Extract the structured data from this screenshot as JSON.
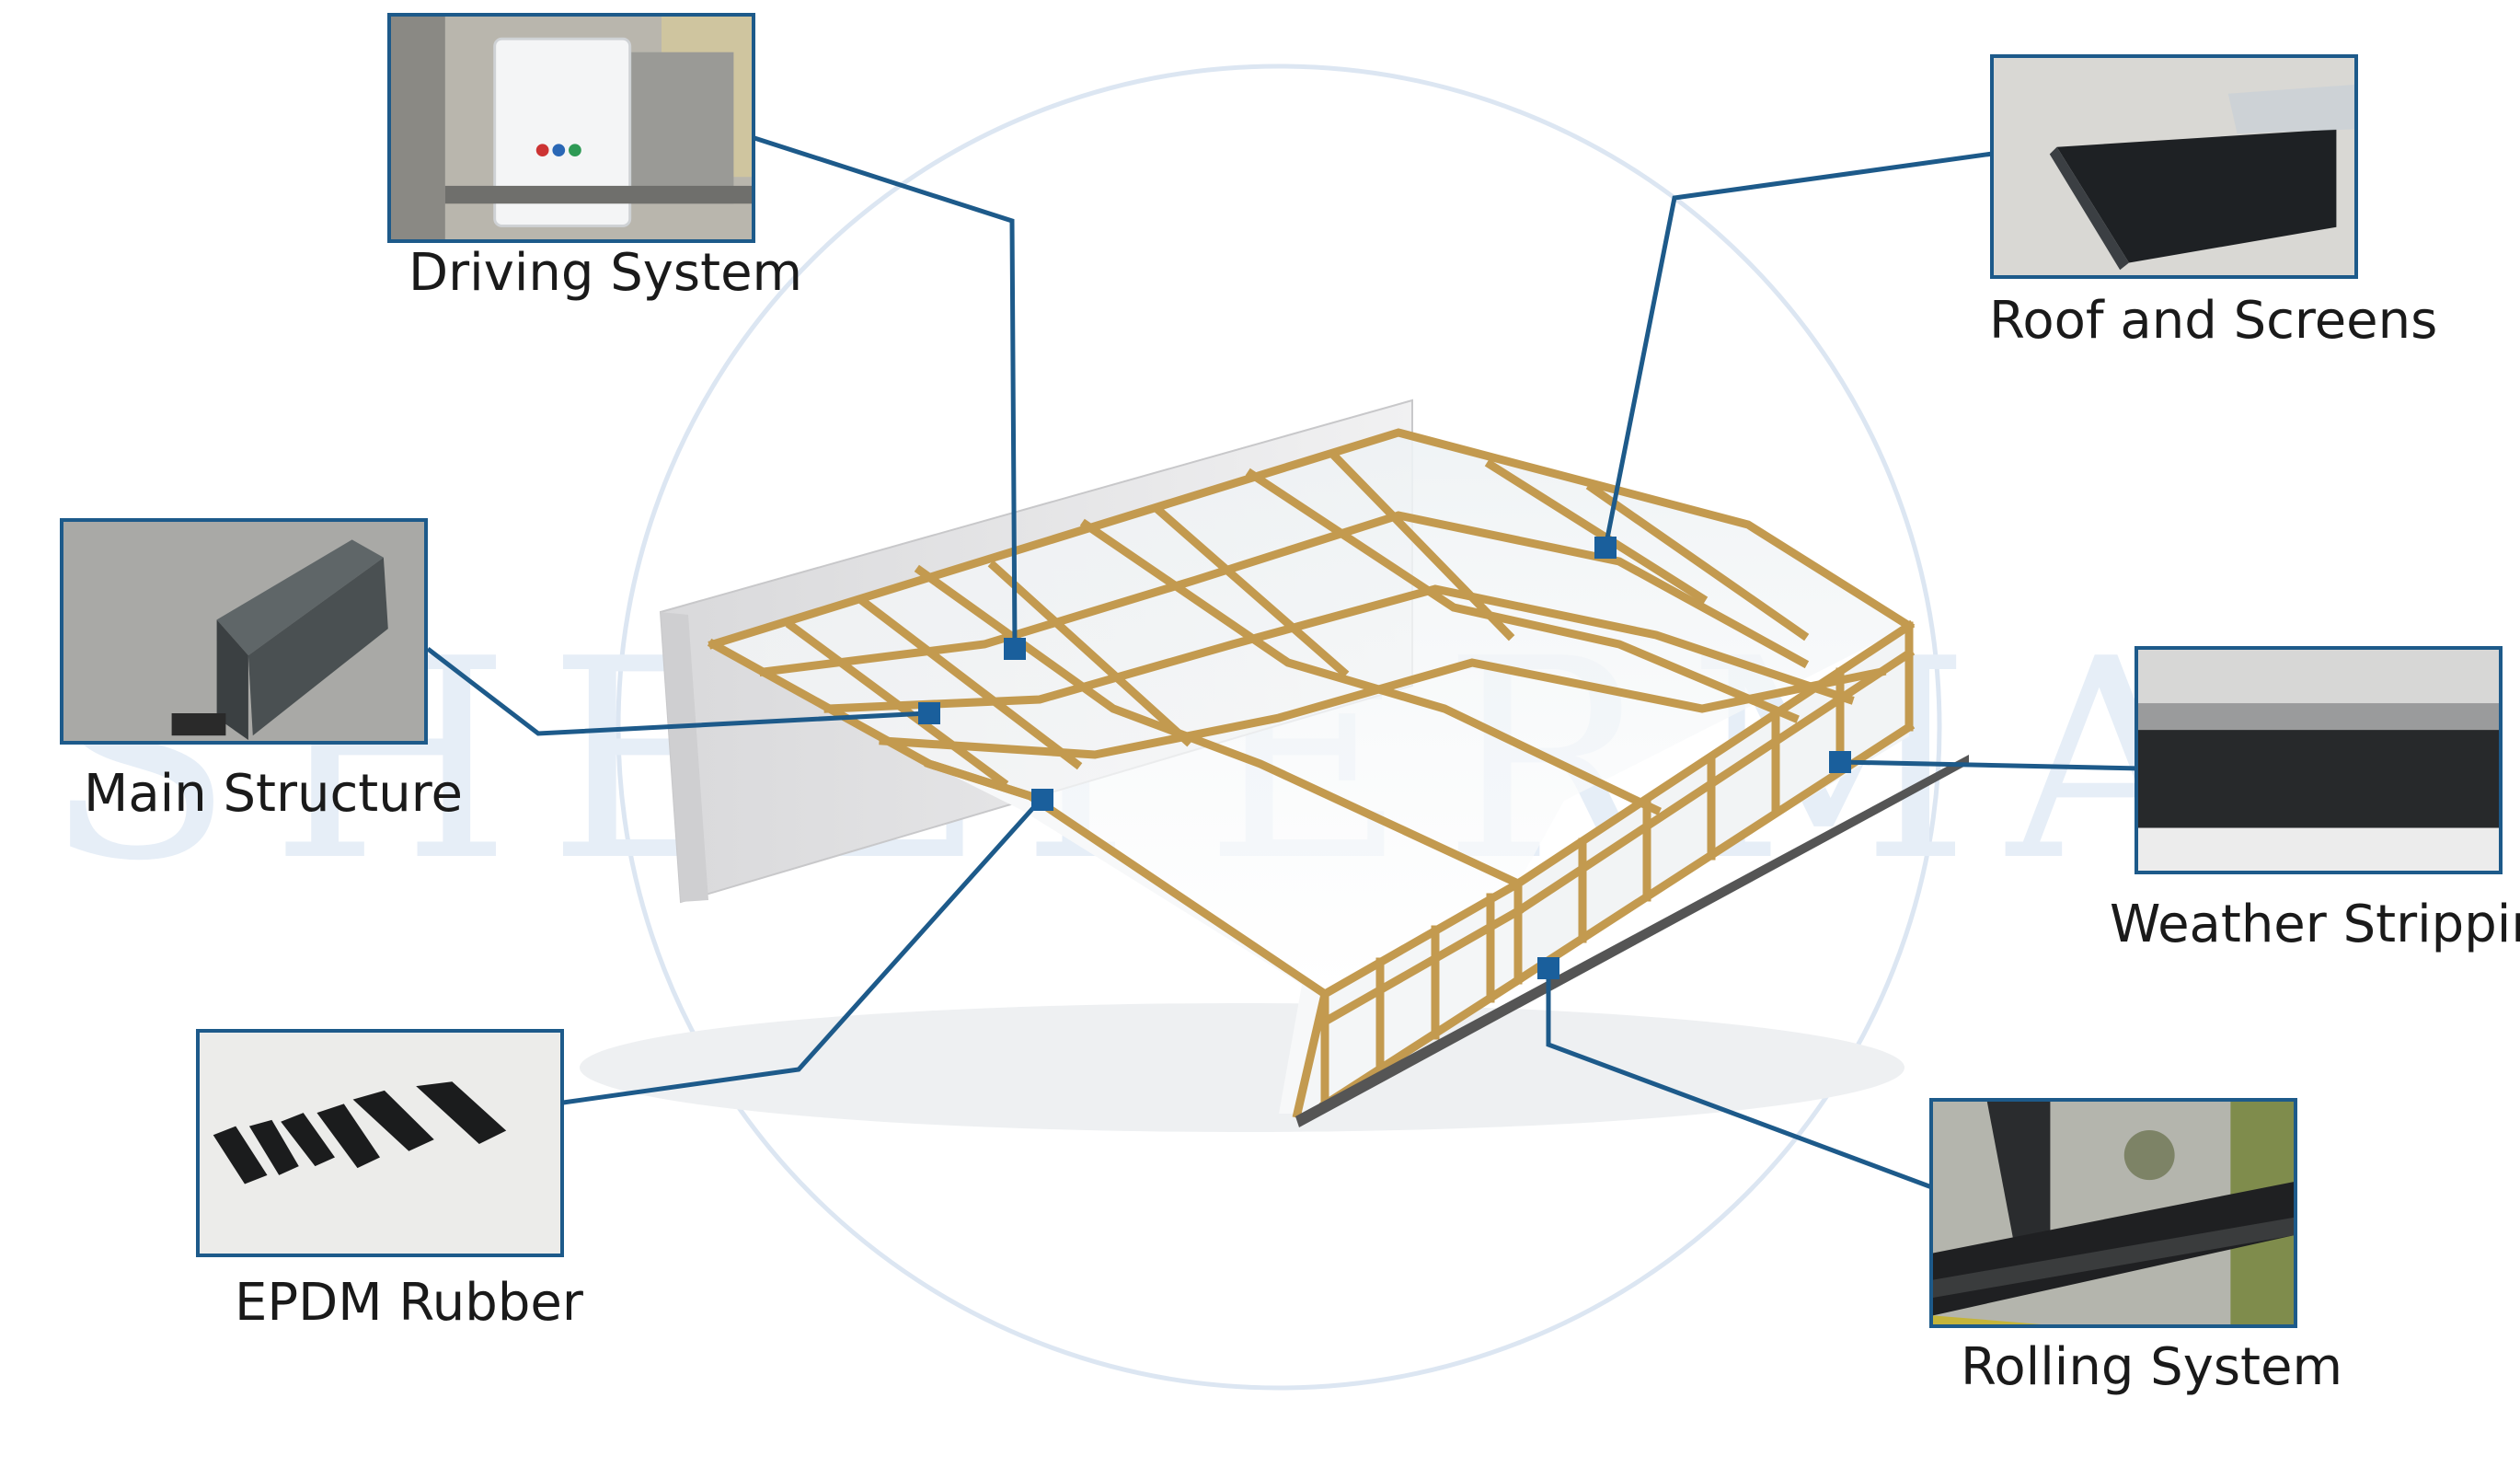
{
  "watermark": "SHELTERMAX",
  "labels": {
    "driving_system": "Driving System",
    "roof_and_screens": "Roof and Screens",
    "main_structure": "Main Structure",
    "weather_stripping": "Weather Stripping",
    "epdm_rubber": "EPDM Rubber",
    "rolling_system": "Rolling System"
  },
  "colors": {
    "callout_line": "#1d5a8a",
    "marker": "#1a5f9c",
    "frame": "#c9a45a",
    "circle": "#dce6f2"
  }
}
